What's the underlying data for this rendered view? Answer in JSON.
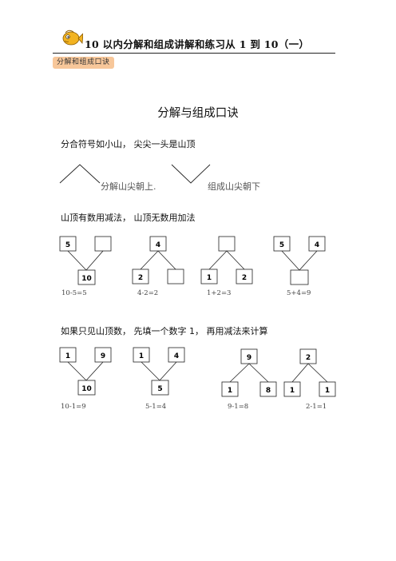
{
  "header": {
    "title": "10 以内分解和组成讲解和练习从 1 到 10（一）",
    "tag": "分解和组成口诀"
  },
  "section_title": "分解与组成口诀",
  "rules": {
    "line1": "分合符号如小山，  尖尖一头是山顶",
    "peak_up_note": "分解山尖朝上.",
    "peak_down_note": "组成山尖朝下",
    "line2": "山顶有数用减法，  山顶无数用加法",
    "line3": "如果只见山顶数，  先填一个数字 1，  再用减法来计算"
  },
  "row1": [
    {
      "type": "compose",
      "left": "5",
      "right": "",
      "result": "10",
      "equation": "10-5=5"
    },
    {
      "type": "decompose",
      "top": "4",
      "left": "2",
      "right": "",
      "equation": "4-2=2"
    },
    {
      "type": "decompose",
      "top": "",
      "left": "1",
      "right": "2",
      "equation": "1+2=3"
    },
    {
      "type": "compose",
      "left": "5",
      "right": "4",
      "result": "",
      "equation": "5+4=9"
    }
  ],
  "row2": [
    {
      "type": "compose",
      "left": "1",
      "right": "9",
      "result": "10",
      "equation": "10-1=9"
    },
    {
      "type": "compose",
      "left": "1",
      "right": "4",
      "result": "5",
      "equation": "5-1=4"
    },
    {
      "type": "decompose",
      "top": "9",
      "left": "1",
      "right": "8",
      "equation": "9-1=8"
    },
    {
      "type": "decompose",
      "top": "2",
      "left": "1",
      "right": "1",
      "equation": "2-1=1"
    }
  ]
}
